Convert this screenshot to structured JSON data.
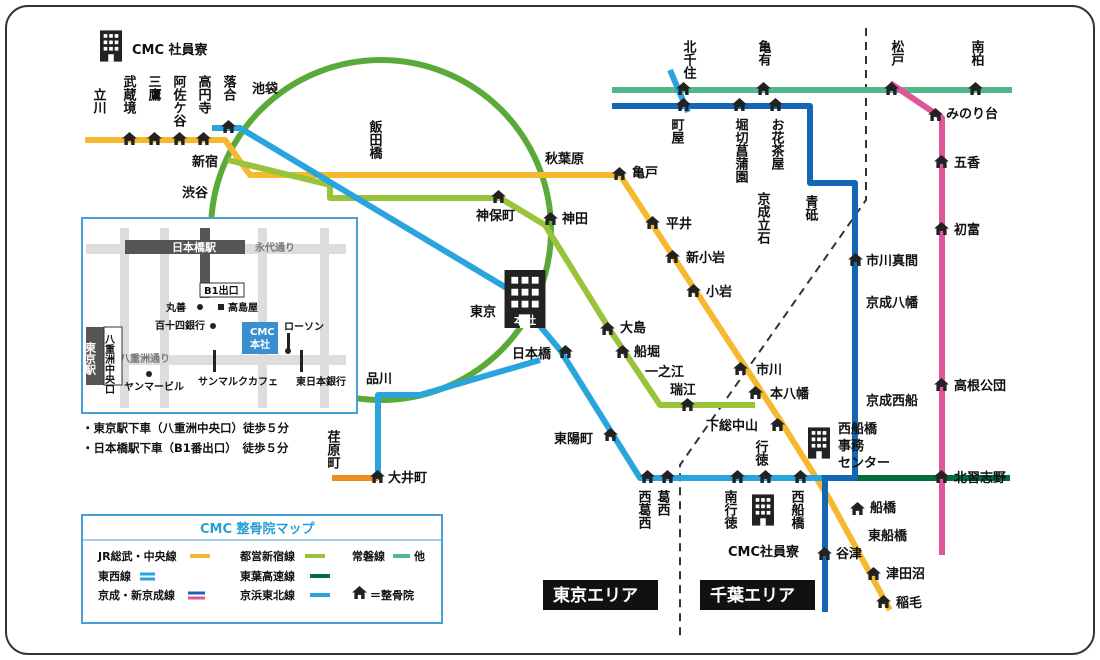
{
  "colors": {
    "jr_sobu_chuo": "#f5b82e",
    "tozai": "#0f8bd1",
    "keisei": "#1567b3",
    "toei_shinjuku": "#9ac33c",
    "joban": "#52b88a",
    "keiyo": "#006d3c",
    "keihin_tohoku": "#2aa4dd",
    "yamanote": "#5aaa3a",
    "narita_pink": "#e0559a",
    "orange": "#ef8a24",
    "frame": "#333333",
    "inset_border": "#4a9fd6"
  },
  "cmc_dorm_top": "CMC 社員寮",
  "cmc_dorm_bottom": "CMC社員寮",
  "headquarters": "本社",
  "office_center": {
    "line1": "西船橋",
    "line2": "事務",
    "line3": "センター"
  },
  "areas": {
    "tokyo": "東京エリア",
    "chiba": "千葉エリア"
  },
  "stations": {
    "tachikawa": "立川",
    "musashisakai": "武蔵境",
    "mitaka": "三鷹",
    "asagaya": "阿佐ケ谷",
    "koenji": "高円寺",
    "ochiai": "落合",
    "ikebukuro": "池袋",
    "shinjuku": "新宿",
    "shibuya": "渋谷",
    "iidabashi": "飯田橋",
    "akihabara": "秋葉原",
    "jimbocho": "神保町",
    "kanda": "神田",
    "tokyo": "東京",
    "nihombashi": "日本橋",
    "shinagawa": "品川",
    "ebara": "荏原町",
    "oimachi": "大井町",
    "toyocho": "東陽町",
    "kameido": "亀戸",
    "hirai": "平井",
    "shinkoiwa": "新小岩",
    "koiwa": "小岩",
    "ichikawa": "市川",
    "motoyawata": "本八幡",
    "ojima": "大島",
    "funabori": "船堀",
    "ichinoe": "一之江",
    "mizue": "瑞江",
    "shimosanakayama": "下総中山",
    "gyotoku": "行徳",
    "minamigyotoku": "南行徳",
    "nishikasai": "西葛西",
    "kasai": "葛西",
    "nishifunabashi": "西船橋",
    "kitasenju": "北千住",
    "kameari": "亀有",
    "machiya": "町屋",
    "horikiri": "堀切菖蒲園",
    "ohanajaya": "お花茶屋",
    "keiseitateishi": "京成立石",
    "aoto": "青砥",
    "ichikawamama": "市川真間",
    "keiseiyawata": "京成八幡",
    "keiseinishifunabashi": "京成西船",
    "matsudo": "松戸",
    "minamikashiwa": "南柏",
    "minoridai": "みのり台",
    "gokou": "五香",
    "hatsutomi": "初富",
    "takanedai": "高根公団",
    "kitanarashino": "北習志野",
    "funabashi": "船橋",
    "higashifunabashi": "東船橋",
    "yatsu": "谷津",
    "tsudanuma": "津田沼",
    "inage": "稲毛"
  },
  "inset": {
    "nihombashi_sta": "日本橋駅",
    "eitai": "永代通り",
    "b1": "B1出口",
    "maruzen": "丸善",
    "takashimaya": "高島屋",
    "hyakujushi": "百十四銀行",
    "cmc_hq": "CMC本社",
    "cmc_line1": "CMC",
    "cmc_line2": "本社",
    "lawson": "ローソン",
    "yaesu": "八重洲通り",
    "yaesu_exit": "八重洲中央口",
    "tokyo_sta": "東京駅",
    "yanmar": "ヤンマービル",
    "sunmarc": "サンマルクカフェ",
    "higashinihon": "東日本銀行"
  },
  "notes": [
    "・東京駅下車（八重洲中央口）徒歩５分",
    "・日本橋駅下車（B1番出口）　徒歩５分"
  ],
  "legend": {
    "title": "CMC 整骨院マップ",
    "jr": "JR総武・中央線",
    "toei": "都営新宿線",
    "joban": "常磐線",
    "other": "他",
    "tozai": "東西線",
    "keiyo": "東葉高速線",
    "keisei": "京成・新京成線",
    "keihin": "京浜東北線",
    "clinic": "＝整骨院"
  }
}
